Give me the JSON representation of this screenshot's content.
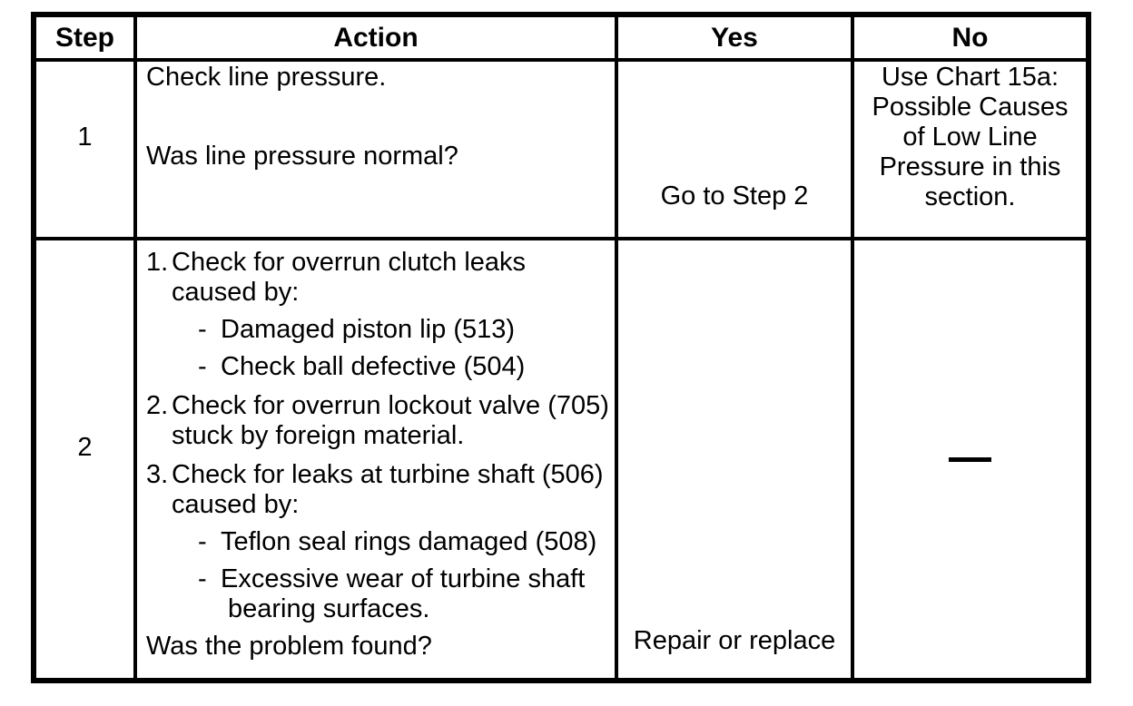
{
  "table": {
    "headers": [
      "Step",
      "Action",
      "Yes",
      "No"
    ],
    "rows": [
      {
        "step": "1",
        "action": {
          "instruction": "Check line pressure.",
          "question": "Was line pressure normal?"
        },
        "yes": "Go to Step 2",
        "no_lines": [
          "Use Chart 15a:",
          "Possible Causes",
          "of Low Line",
          "Pressure in this",
          "section."
        ]
      },
      {
        "step": "2",
        "action": {
          "items": [
            {
              "num": "1.",
              "lines": [
                "Check for overrun clutch leaks",
                "caused by:"
              ],
              "subs": [
                {
                  "lines": [
                    "Damaged piston lip (513)"
                  ]
                },
                {
                  "lines": [
                    "Check ball defective (504)"
                  ]
                }
              ]
            },
            {
              "num": "2.",
              "lines": [
                "Check for overrun lockout valve (705)",
                "stuck by foreign material."
              ],
              "subs": []
            },
            {
              "num": "3.",
              "lines": [
                "Check for leaks at turbine shaft (506)",
                "caused by:"
              ],
              "subs": [
                {
                  "lines": [
                    "Teflon seal rings damaged (508)"
                  ]
                },
                {
                  "lines": [
                    "Excessive wear of turbine shaft",
                    "bearing surfaces."
                  ]
                }
              ]
            }
          ],
          "question": "Was the problem found?"
        },
        "yes": "Repair or replace",
        "no": "—"
      }
    ],
    "sub_bullet": "-"
  }
}
